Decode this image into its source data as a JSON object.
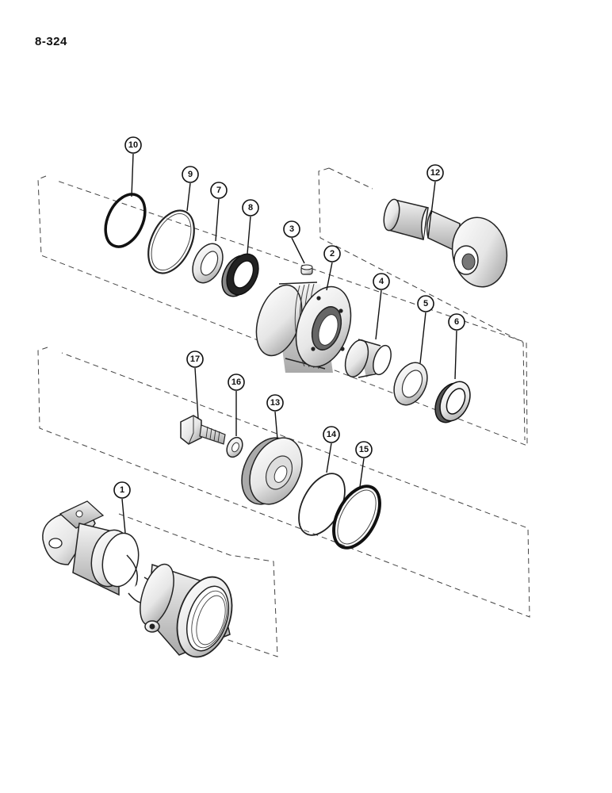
{
  "page": {
    "number": "8-324"
  },
  "callouts": [
    {
      "id": "c1",
      "label": "1"
    },
    {
      "id": "c2",
      "label": "2"
    },
    {
      "id": "c3",
      "label": "3"
    },
    {
      "id": "c4",
      "label": "4"
    },
    {
      "id": "c5",
      "label": "5"
    },
    {
      "id": "c6",
      "label": "6"
    },
    {
      "id": "c7",
      "label": "7"
    },
    {
      "id": "c8",
      "label": "8"
    },
    {
      "id": "c9",
      "label": "9"
    },
    {
      "id": "c10",
      "label": "10"
    },
    {
      "id": "c12",
      "label": "12"
    },
    {
      "id": "c13",
      "label": "13"
    },
    {
      "id": "c14",
      "label": "14"
    },
    {
      "id": "c15",
      "label": "15"
    },
    {
      "id": "c16",
      "label": "16"
    },
    {
      "id": "c17",
      "label": "17"
    }
  ]
}
